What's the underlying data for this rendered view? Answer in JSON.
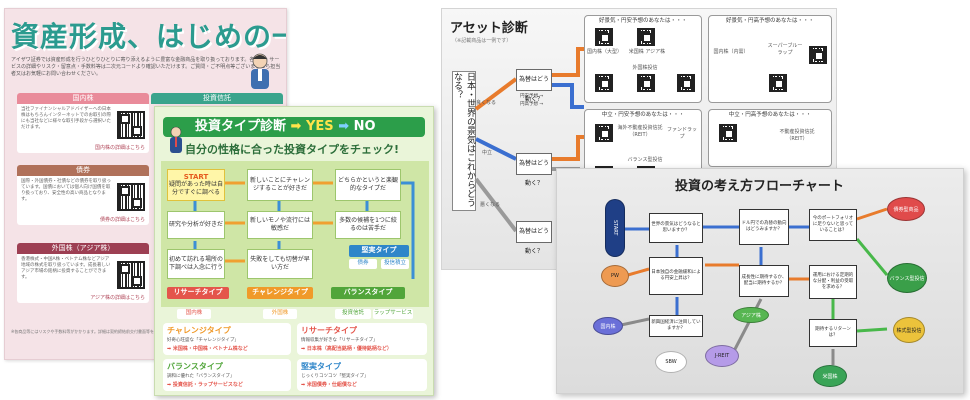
{
  "poster1": {
    "title": "資産形成、はじめの一歩",
    "intro": "アイザワ証券では資産形成を行うひとりひとりに寄り添えるように豊富な金融商品を取り扱っております。各商品・サービスの詳細やリスク・留意点・手数料等は二次元コードより確認いただけます。ご質問・ご不明点等ございましたら担当者又はお気軽にお問い合わせください。",
    "sections": [
      {
        "label": "国内株",
        "body": "当社ファイナンシャルアドバイザーへの日本株はもちろんインターネットでのお取引の際にも当社などに様々な取引手段から選択いただけます。",
        "link": "国内株の詳細はこちら"
      },
      {
        "label": "債券",
        "body": "国際・外国債券・社債などの債券を取り扱っています。国債においては個人向け国債を取り扱っており、安全性の高い商品となります。",
        "link": "債券の詳細はこちら"
      },
      {
        "label": "外国株（アジア株）",
        "body": "香港株式・中国A株・ベトナム株などアジア地域の株式を取り扱っています。成長著しいアジア市場の銘柄に投資することができます。",
        "link": "アジア株の詳細はこちら"
      }
    ],
    "right_section": "投資信託",
    "footer": "※各商品等にはリスクや手数料等がかかります。詳細は契約締結前交付書面等をご確認ください。"
  },
  "poster2": {
    "head": "投資タイプ診断",
    "yes": "YES",
    "no": "NO",
    "subtitle": "自分の性格に合った投資タイプをチェック!",
    "start_label": "START",
    "nodes": [
      "疑問があった時は自分ですぐに調べる",
      "新しいことにチャレンジすることが好きだ",
      "どちらかというと楽観的なタイプだ",
      "研究や分析が好きだ",
      "新しいモノや流行には敏感だ",
      "多数の候補を1つに絞るのは苦手だ",
      "初めて訪れる場所の下調べは入念に行う",
      "失敗をしても切替が早い方だ"
    ],
    "types": [
      {
        "label": "リサーチタイプ",
        "sub": "国内株"
      },
      {
        "label": "チャレンジタイプ",
        "sub": "外国株"
      },
      {
        "label": "バランスタイプ",
        "sub1": "投資信託",
        "sub2": "ラップサービス"
      },
      {
        "label": "堅実タイプ",
        "sub1": "債券",
        "sub2": "投信積立"
      }
    ],
    "cards": [
      {
        "title": "チャレンジタイプ",
        "text": "好奇心旺盛な「チャレンジタイプ」",
        "rec": "➡ 米国株・中国株・ベトナム株など"
      },
      {
        "title": "リサーチタイプ",
        "text": "情報収集が好きな「リサーチタイプ」",
        "rec": "➡ 日本株（高配当銘柄・優待銘柄など）"
      },
      {
        "title": "バランスタイプ",
        "text": "調和に優れた「バランスタイプ」",
        "rec": "➡ 投資信託・ラップサービスなど"
      },
      {
        "title": "堅実タイプ",
        "text": "じっくりコツコツ「堅実タイプ」",
        "rec": "➡ 米国債券・仕組債など"
      }
    ]
  },
  "screen1": {
    "title": "アセット診断",
    "note": "（※記載商品は一例です）",
    "question": "日本・世界の景気はこれからどうなる？",
    "branches": [
      "良くなる",
      "中立",
      "悪くなる"
    ],
    "q_box": "為替はどう動く？",
    "fx_labels": [
      "円安予想 →",
      "円高予想 →"
    ],
    "panels": [
      "好景気・円安予想のあなたは・・・",
      "好景気・円高予想のあなたは・・・",
      "中立・円安予想のあなたは・・・",
      "中立・円高予想のあなたは・・・"
    ],
    "products": [
      "国内株（大型）",
      "米国株 アジア株",
      "外国株投信",
      "国内株（内需）",
      "スーパーブルーラップ",
      "海外不動産投資信託（REIT）",
      "ファンドラップ",
      "バランス型投信",
      "不動産投資信託（REIT）"
    ]
  },
  "screen2": {
    "title": "投資の考え方フローチャート",
    "start": "START",
    "boxes": [
      "世界の景気はどうなると思いますか？",
      "ドル円での為替の動向はどうみますか？",
      "今のポートフォリオに足りないと思っていることは？",
      "日本独自の金融緩和による円安上昇は？",
      "成長性に期待するか、配当に期待するか？",
      "運用における定期的な分配・利益の受取を求める？",
      "新興国経済に注目していますか？",
      "期待するリターンは？"
    ],
    "results": [
      "債券型商品",
      "バランス型投信",
      "株式型投信",
      "PW",
      "アジア株",
      "国内株",
      "SBW",
      "J-REIT",
      "米国株"
    ]
  }
}
